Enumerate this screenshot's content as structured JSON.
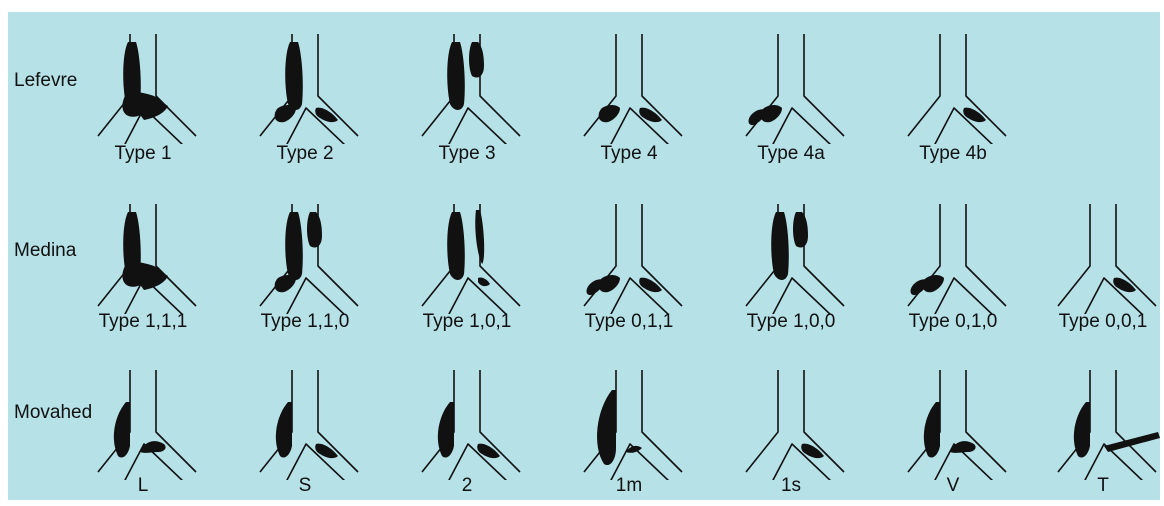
{
  "rows": [
    {
      "label": "Lefevre",
      "items": [
        {
          "caption": "Type 1",
          "lesions": [
            "pm",
            "pmwide",
            "crotch"
          ]
        },
        {
          "caption": "Type 2",
          "lesions": [
            "pm",
            "dm",
            "sb"
          ]
        },
        {
          "caption": "Type 3",
          "lesions": [
            "pm",
            "pmr"
          ]
        },
        {
          "caption": "Type 4",
          "lesions": [
            "dm",
            "sb"
          ]
        },
        {
          "caption": "Type 4a",
          "lesions": [
            "dm",
            "dm2"
          ]
        },
        {
          "caption": "Type 4b",
          "lesions": [
            "sb"
          ]
        }
      ]
    },
    {
      "label": "Medina",
      "items": [
        {
          "caption": "Type 1,1,1",
          "lesions": [
            "pm",
            "pmwide",
            "crotch"
          ]
        },
        {
          "caption": "Type 1,1,0",
          "lesions": [
            "pm",
            "pmr",
            "dm"
          ]
        },
        {
          "caption": "Type 1,0,1",
          "lesions": [
            "pm",
            "pmrlong",
            "sbsmall"
          ]
        },
        {
          "caption": "Type 0,1,1",
          "lesions": [
            "dm",
            "dm2",
            "sb"
          ]
        },
        {
          "caption": "Type 1,0,0",
          "lesions": [
            "pm",
            "pmr"
          ]
        },
        {
          "caption": "Type 0,1,0",
          "lesions": [
            "dm",
            "dm2"
          ]
        },
        {
          "caption": "Type 0,0,1",
          "lesions": [
            "sb"
          ]
        }
      ]
    },
    {
      "label": "Movahed",
      "items": [
        {
          "caption": "L",
          "lesions": [
            "left",
            "crotchlong"
          ]
        },
        {
          "caption": "S",
          "lesions": [
            "left",
            "sb"
          ]
        },
        {
          "caption": "2",
          "lesions": [
            "left",
            "sb"
          ]
        },
        {
          "caption": "1m",
          "lesions": [
            "leftbig",
            "crotchsmall"
          ]
        },
        {
          "caption": "1s",
          "lesions": [
            "sb"
          ]
        },
        {
          "caption": "V",
          "lesions": [
            "left",
            "crotchlong"
          ]
        },
        {
          "caption": "T",
          "lesions": [
            "left",
            "crotchT"
          ]
        }
      ]
    }
  ]
}
